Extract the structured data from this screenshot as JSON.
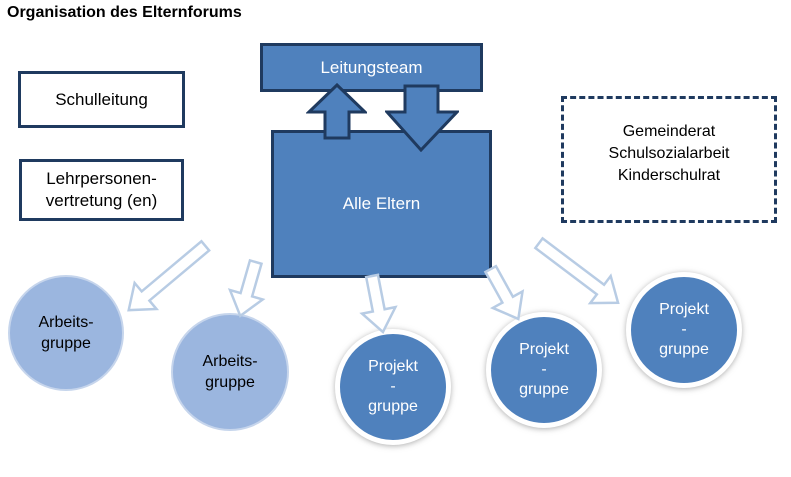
{
  "title": "Organisation des Elternforums",
  "boxes": {
    "schulleitung": {
      "label": "Schulleitung"
    },
    "lehrpersonenvertretung": {
      "label": "Lehrpersonen-\nvertretung (en)"
    },
    "leitungsteam": {
      "label": "Leitungsteam"
    },
    "alle_eltern": {
      "label": "Alle Eltern"
    },
    "externe_gremien": {
      "label": "Gemeinderat\nSchulsozialarbeit\nKinderschulrat"
    }
  },
  "circles": [
    {
      "label": "Arbeits-\ngruppe"
    },
    {
      "label": "Arbeits-\ngruppe"
    },
    {
      "label": "Projekt\n-\ngruppe"
    },
    {
      "label": "Projekt\n-\ngruppe"
    },
    {
      "label": "Projekt\n-\ngruppe"
    }
  ],
  "colors": {
    "primary_blue": "#4f81bd",
    "dark_navy_border": "#1f3a5f",
    "light_circle_fill": "#9bb6df",
    "light_circle_border": "#c6d5ec",
    "flow_arrow_outline": "#b8cce4",
    "text_dark": "#000000",
    "text_light": "#ffffff"
  }
}
